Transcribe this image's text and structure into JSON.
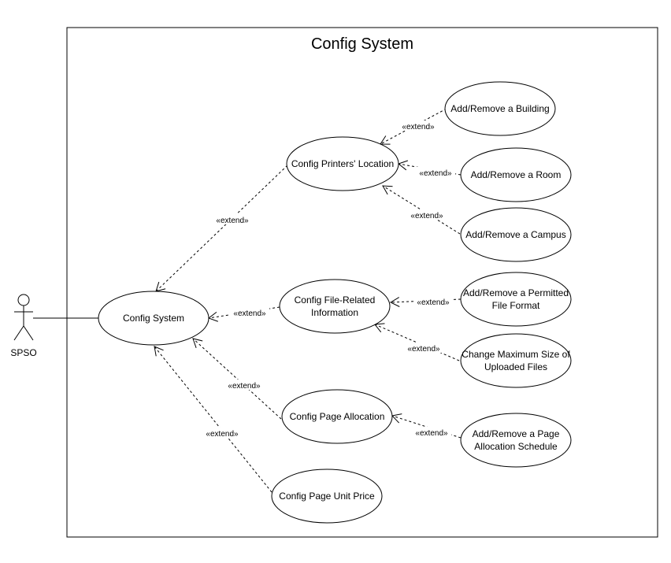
{
  "system": {
    "title": "Config System"
  },
  "actor": {
    "name": "SPSO"
  },
  "use_cases": {
    "config_system": "Config System",
    "printers_location": "Config Printers' Location",
    "add_building": "Add/Remove a Building",
    "add_room": "Add/Remove a Room",
    "add_campus": "Add/Remove a Campus",
    "file_related_1": "Config File-Related",
    "file_related_2": "Information",
    "file_format_1": "Add/Remove a Permitted",
    "file_format_2": "File Format",
    "max_size_1": "Change Maximum Size of",
    "max_size_2": "Uploaded Files",
    "page_allocation": "Config Page Allocation",
    "alloc_schedule_1": "Add/Remove a Page",
    "alloc_schedule_2": "Allocation Schedule",
    "unit_price": "Config Page Unit Price"
  },
  "relation_label": "«extend»"
}
